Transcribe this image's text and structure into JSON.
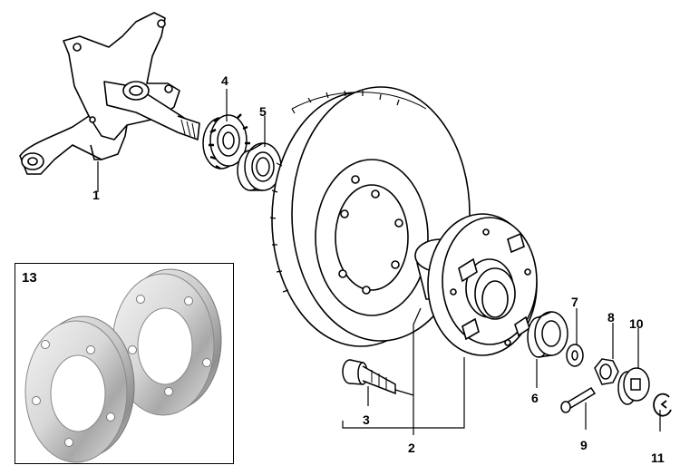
{
  "callouts": {
    "c1": "1",
    "c2": "2",
    "c3": "3",
    "c4": "4",
    "c5": "5",
    "c6": "6",
    "c7": "7",
    "c8": "8",
    "c9": "9",
    "c10": "10",
    "c11": "11",
    "c13": "13"
  },
  "colors": {
    "line": "#000000",
    "spacer_light": "#eeeeee",
    "spacer_dark": "#9a9a9a"
  },
  "parts": [
    {
      "callout": "1",
      "icon": "steering-knuckle-icon"
    },
    {
      "callout": "2",
      "icon": "wheel-hub-icon"
    },
    {
      "callout": "3",
      "icon": "wheel-stud-icon"
    },
    {
      "callout": "4",
      "icon": "inner-bearing-icon"
    },
    {
      "callout": "5",
      "icon": "bearing-race-icon"
    },
    {
      "callout": "6",
      "icon": "outer-bearing-icon"
    },
    {
      "callout": "7",
      "icon": "washer-icon"
    },
    {
      "callout": "8",
      "icon": "axle-nut-icon"
    },
    {
      "callout": "9",
      "icon": "screw-icon"
    },
    {
      "callout": "10",
      "icon": "dust-cap-icon"
    },
    {
      "callout": "11",
      "icon": "retaining-clip-icon"
    },
    {
      "callout": "13",
      "icon": "wheel-spacer-icon"
    }
  ]
}
